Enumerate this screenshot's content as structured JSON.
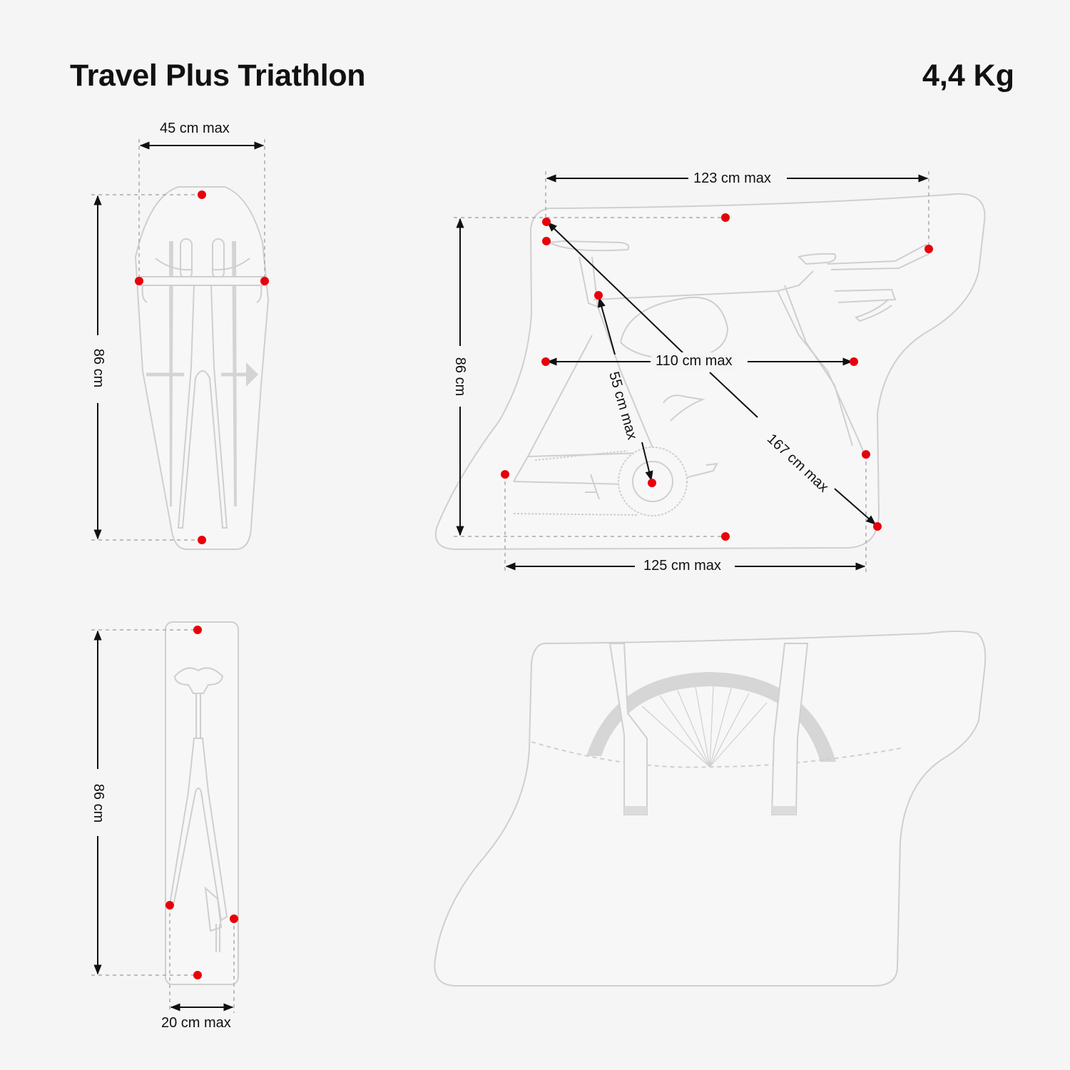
{
  "header": {
    "title": "Travel Plus Triathlon",
    "weight": "4,4 Kg"
  },
  "colors": {
    "background": "#f5f5f5",
    "outline": "#c9c9c9",
    "dimension_line": "#111111",
    "marker": "#e8000b",
    "wheel": "#d6d6d6"
  },
  "views": {
    "front": {
      "width_label": "45 cm max",
      "height_label": "86 cm"
    },
    "side": {
      "top_length_label": "123 cm max",
      "height_label": "86 cm",
      "mid_length_label": "110  cm max",
      "frame_label": "55 cm max",
      "diagonal_label": "167 cm max",
      "bottom_length_label": "125 cm max"
    },
    "top": {
      "height_label": "86 cm",
      "width_label": "20 cm max"
    },
    "bag_closed": {}
  }
}
